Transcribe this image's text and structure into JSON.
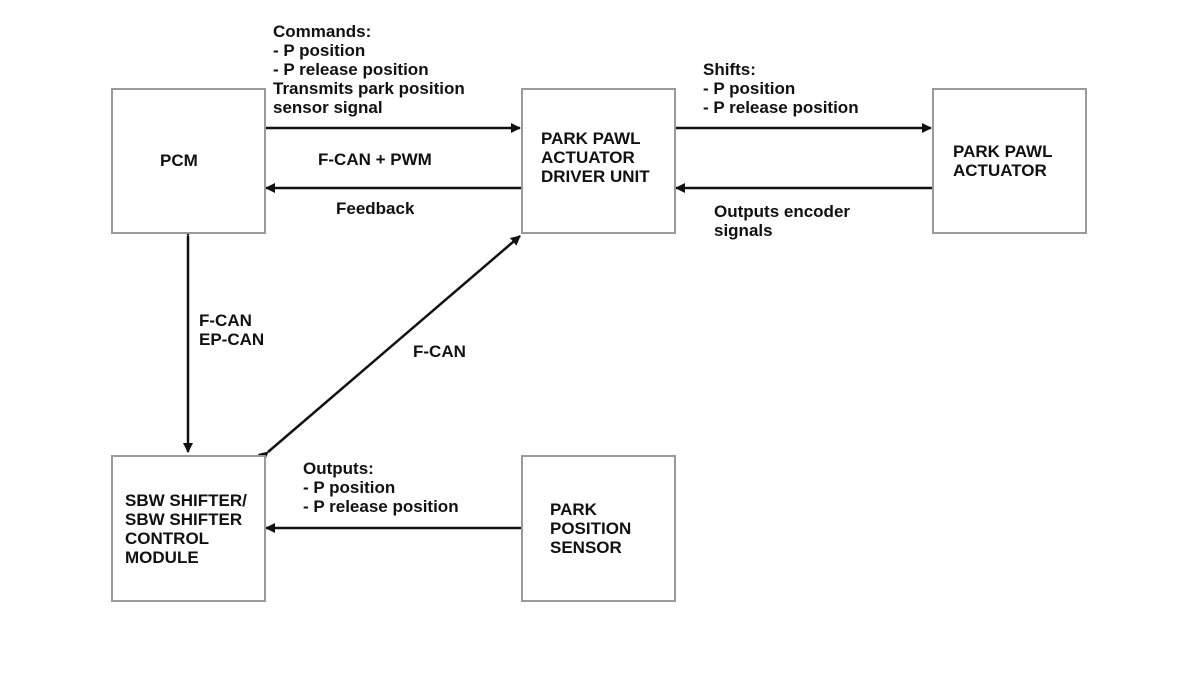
{
  "boxes": {
    "pcm": "PCM",
    "driver_unit": "PARK PAWL\nACTUATOR\nDRIVER UNIT",
    "actuator": "PARK PAWL\nACTUATOR",
    "shifter": "SBW SHIFTER/\nSBW SHIFTER\nCONTROL\nMODULE",
    "sensor": "PARK\nPOSITION\nSENSOR"
  },
  "annotations": {
    "commands": "Commands:\n- P position\n- P release position\nTransmits park position\nsensor signal",
    "fcan_pwm": "F-CAN + PWM",
    "feedback": "Feedback",
    "shifts": "Shifts:\n- P position\n- P release position",
    "encoder": "Outputs encoder\nsignals",
    "fcan_epcan": "F-CAN\nEP-CAN",
    "fcan": "F-CAN",
    "outputs": "Outputs:\n- P position\n- P release position"
  },
  "colors": {
    "line": "#111111",
    "box_border": "#9a9a9a"
  }
}
